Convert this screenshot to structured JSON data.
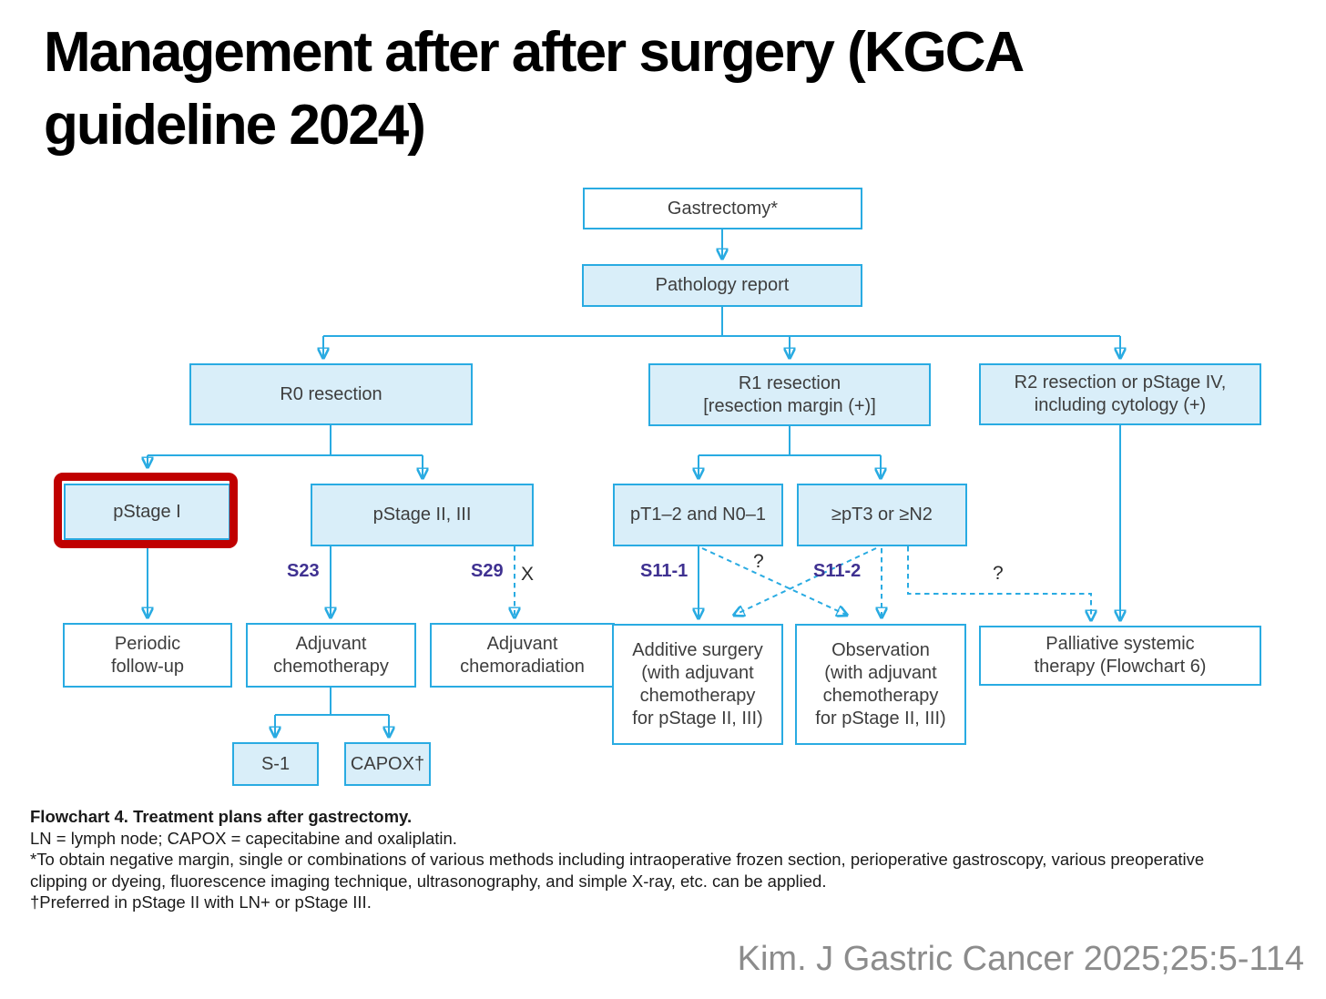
{
  "slide": {
    "title": "Management after after surgery (KGCA\nguideline 2024)",
    "citation": "Kim. J Gastric Cancer 2025;25:5-114"
  },
  "flowchart": {
    "nodes": {
      "gastrectomy": "Gastrectomy*",
      "pathology_report": "Pathology report",
      "r0_resection": "R0 resection",
      "r1_resection": "R1 resection\n[resection margin (+)]",
      "r2_resection": "R2 resection or pStage IV,\nincluding cytology (+)",
      "pstage_i": "pStage I",
      "pstage_ii_iii": "pStage II, III",
      "pt12_n01": "pT1–2 and N0–1",
      "pt3_n2": "≥pT3 or ≥N2",
      "periodic_followup": "Periodic\nfollow-up",
      "adjuvant_chemotherapy": "Adjuvant\nchemotherapy",
      "adjuvant_chemoradiation": "Adjuvant\nchemoradiation",
      "additive_surgery": "Additive surgery\n(with adjuvant\nchemotherapy\nfor pStage II, III)",
      "observation": "Observation\n(with adjuvant\nchemotherapy\nfor pStage II, III)",
      "palliative": "Palliative systemic\ntherapy (Flowchart 6)",
      "s1": "S-1",
      "capox": "CAPOX†"
    },
    "step_labels": {
      "s23": "S23",
      "s29": "S29",
      "s11_1": "S11-1",
      "s11_2": "S11-2"
    },
    "annotations": {
      "x_mark": "X",
      "question_left": "?",
      "question_right": "?"
    }
  },
  "footnotes": {
    "line1": "Flowchart 4. Treatment plans after gastrectomy.",
    "line2": "LN = lymph node; CAPOX = capecitabine and oxaliplatin.",
    "line3": "*To obtain negative margin, single or combinations of various methods including intraoperative frozen section, perioperative gastroscopy, various preoperative",
    "line4": "clipping or dyeing, fluorescence imaging technique, ultrasonography, and simple X-ray, etc. can be applied.",
    "line5": "†Preferred in pStage II with LN+ or pStage III."
  },
  "theme": {
    "accent_blue": "#29ABE2",
    "box_border": "#29ABE2",
    "box_fill": "#D9EEF9",
    "highlight_red": "#C00000",
    "label_purple": "#3F3191",
    "text_dark": "#3D3D3D",
    "citation_gray": "#8C8C8C",
    "footnote_black": "#1A1A1A",
    "title_black": "#000000"
  }
}
